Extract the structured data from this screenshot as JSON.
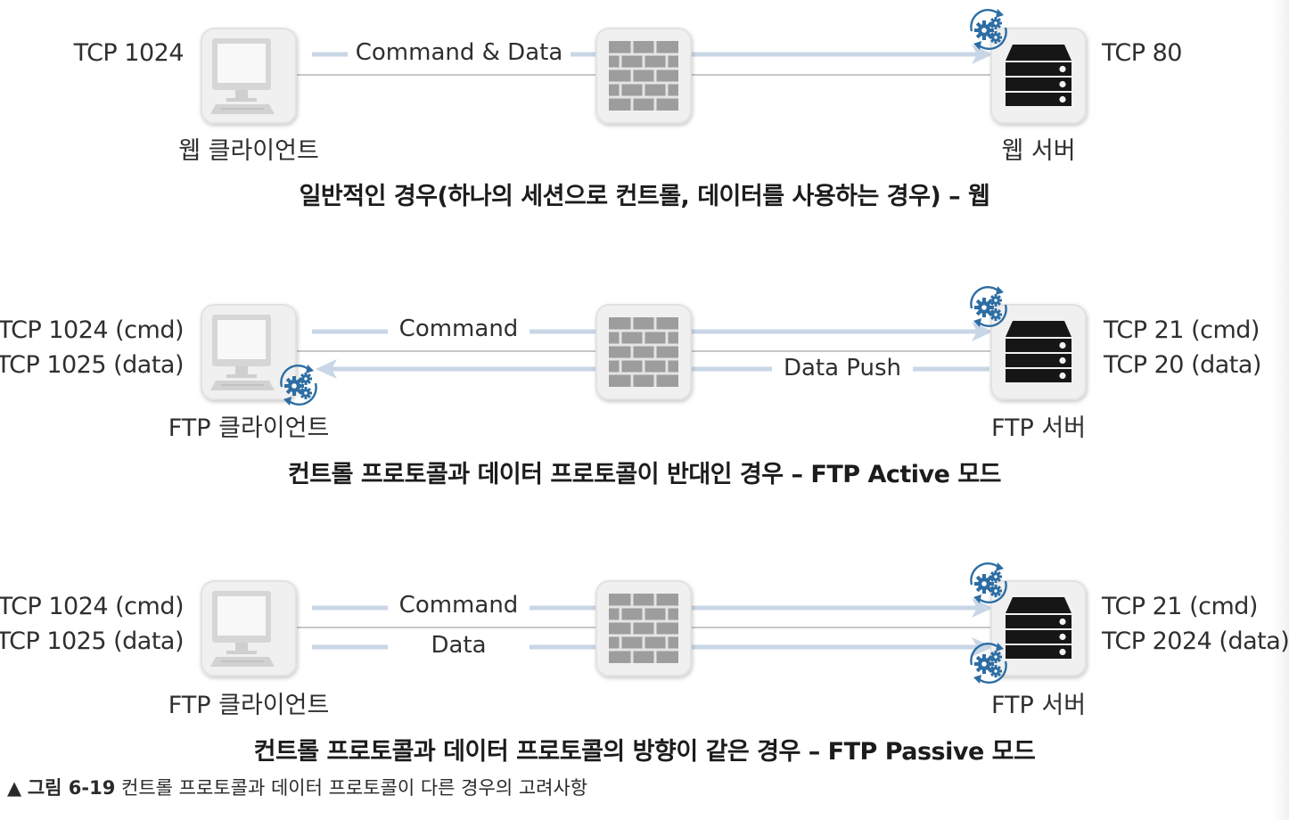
{
  "scenarios": [
    {
      "client_ports": [
        "TCP 1024"
      ],
      "server_ports": [
        "TCP 80"
      ],
      "client_label": "웹 클라이언트",
      "server_label": "웹 서버",
      "flows": [
        "Command & Data"
      ],
      "caption": "일반적인 경우(하나의 세션으로 컨트롤, 데이터를 사용하는 경우) – 웹"
    },
    {
      "client_ports": [
        "TCP 1024 (cmd)",
        "TCP 1025 (data)"
      ],
      "server_ports": [
        "TCP 21 (cmd)",
        "TCP 20 (data)"
      ],
      "client_label": "FTP 클라이언트",
      "server_label": "FTP 서버",
      "flows": [
        "Command",
        "Data Push"
      ],
      "caption": "컨트롤 프로토콜과 데이터 프로토콜이 반대인 경우 – FTP Active 모드"
    },
    {
      "client_ports": [
        "TCP 1024 (cmd)",
        "TCP 1025 (data)"
      ],
      "server_ports": [
        "TCP 21 (cmd)",
        "TCP 2024 (data)"
      ],
      "client_label": "FTP 클라이언트",
      "server_label": "FTP 서버",
      "flows": [
        "Command",
        "Data"
      ],
      "caption": "컨트롤 프로토콜과 데이터 프로토콜의 방향이 같은 경우 – FTP Passive 모드"
    }
  ],
  "figure_caption": {
    "marker": "▲",
    "number": "그림 6-19",
    "text": "컨트롤 프로토콜과 데이터 프로토콜이 다른 경우의 고려사항"
  },
  "colors": {
    "arrow": "#c9d6e6",
    "line": "#b5b5b5",
    "gear": "#2d6da3",
    "server": "#111111",
    "monitor": "#dcdcdc",
    "firewall": "#9a9a9a"
  },
  "icons": [
    "desktop-computer-icon",
    "firewall-icon",
    "server-icon",
    "gear-icon"
  ]
}
